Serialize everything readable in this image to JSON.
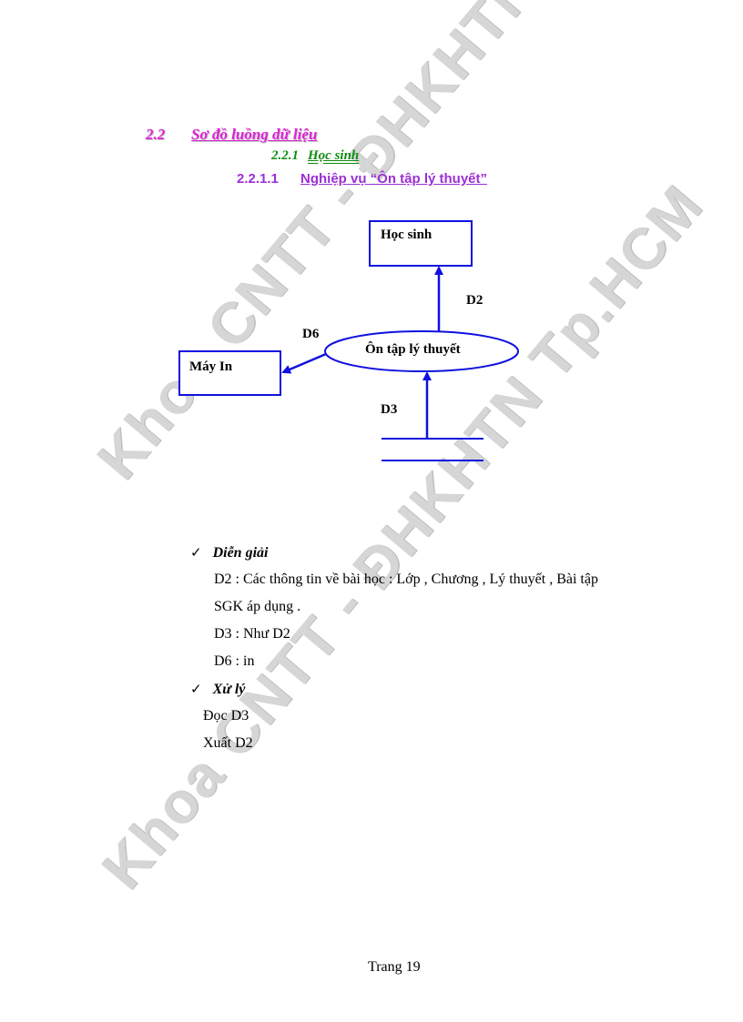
{
  "watermark": {
    "text": "Khoa CNTT - ĐHKHTN Tp.HCM"
  },
  "headings": {
    "h1": {
      "number": "2.2",
      "title": "Sơ đồ luồng dữ liệu",
      "color": "#e020d8"
    },
    "h2": {
      "number": "2.2.1",
      "title": "Học sinh",
      "color": "#108c10"
    },
    "h3": {
      "number": "2.2.1.1",
      "title": "Nghiệp vụ “Ôn tập lý thuyết”",
      "color": "#9b2fd6"
    }
  },
  "diagram": {
    "stroke_color": "#1010e0",
    "entities": {
      "student": "Học sinh",
      "printer": "Máy In"
    },
    "process": "Ôn tập lý thuyết",
    "flows": {
      "d2": "D2",
      "d6": "D6",
      "d3": "D3"
    }
  },
  "explanation": {
    "check_icon": "✓",
    "title": "Diễn giải",
    "lines": [
      "D2 : Các thông tin về bài học : Lớp , Chương , Lý thuyết , Bài tập",
      "SGK áp dụng .",
      "D3 : Như D2",
      "D6 : in"
    ]
  },
  "processing": {
    "check_icon": "✓",
    "title": "Xử lý",
    "lines": [
      "Đọc D3",
      "Xuất D2"
    ]
  },
  "footer": {
    "page": "Trang 19"
  }
}
